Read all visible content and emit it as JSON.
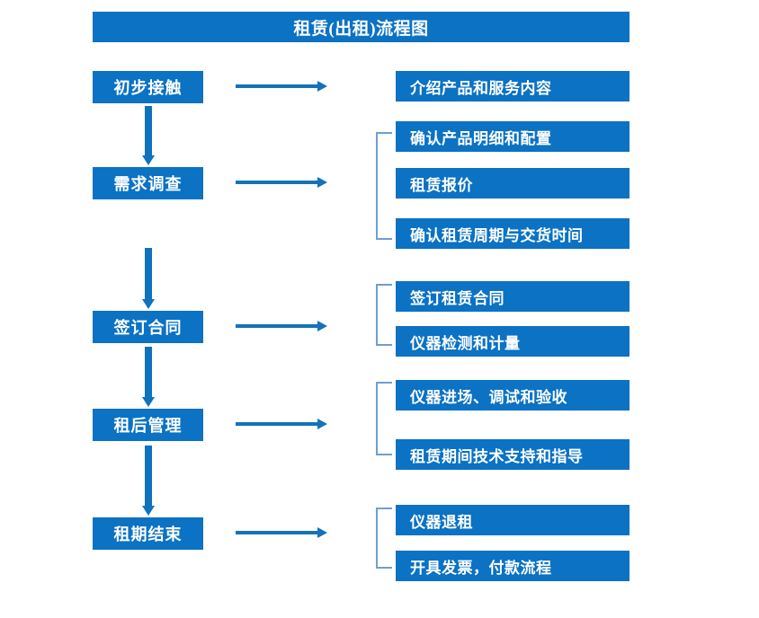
{
  "chart_data": {
    "type": "diagram",
    "title": "租赁(出租)流程图",
    "diagram_kind": "flowchart",
    "orientation": "vertical-spine-with-right-branches",
    "colors": {
      "node_fill": "#0b72c4",
      "node_text": "#ffffff",
      "arrow": "#1373b8",
      "bracket": "#6f9ed4",
      "background": "#ffffff"
    },
    "stages": [
      {
        "stage": "初步接触",
        "details": [
          "介绍产品和服务内容"
        ],
        "grouped": false
      },
      {
        "stage": "需求调查",
        "details": [
          "确认产品明细和配置",
          "租赁报价",
          "确认租赁周期与交货时间"
        ],
        "grouped": true
      },
      {
        "stage": "签订合同",
        "details": [
          "签订租赁合同",
          "仪器检测和计量"
        ],
        "grouped": true
      },
      {
        "stage": "租后管理",
        "details": [
          "仪器进场、调试和验收",
          "租赁期间技术支持和指导"
        ],
        "grouped": true
      },
      {
        "stage": "租期结束",
        "details": [
          "仪器退租",
          "开具发票，付款流程"
        ],
        "grouped": true
      }
    ]
  },
  "header": {
    "title": "租赁(出租)流程图"
  },
  "stages": [
    {
      "label": "初步接触"
    },
    {
      "label": "需求调查"
    },
    {
      "label": "签订合同"
    },
    {
      "label": "租后管理"
    },
    {
      "label": "租期结束"
    }
  ],
  "details": [
    {
      "label": "介绍产品和服务内容"
    },
    {
      "label": "确认产品明细和配置"
    },
    {
      "label": "租赁报价"
    },
    {
      "label": "确认租赁周期与交货时间"
    },
    {
      "label": "签订租赁合同"
    },
    {
      "label": "仪器检测和计量"
    },
    {
      "label": "仪器进场、调试和验收"
    },
    {
      "label": "租赁期间技术支持和指导"
    },
    {
      "label": "仪器退租"
    },
    {
      "label": "开具发票，付款流程"
    }
  ]
}
